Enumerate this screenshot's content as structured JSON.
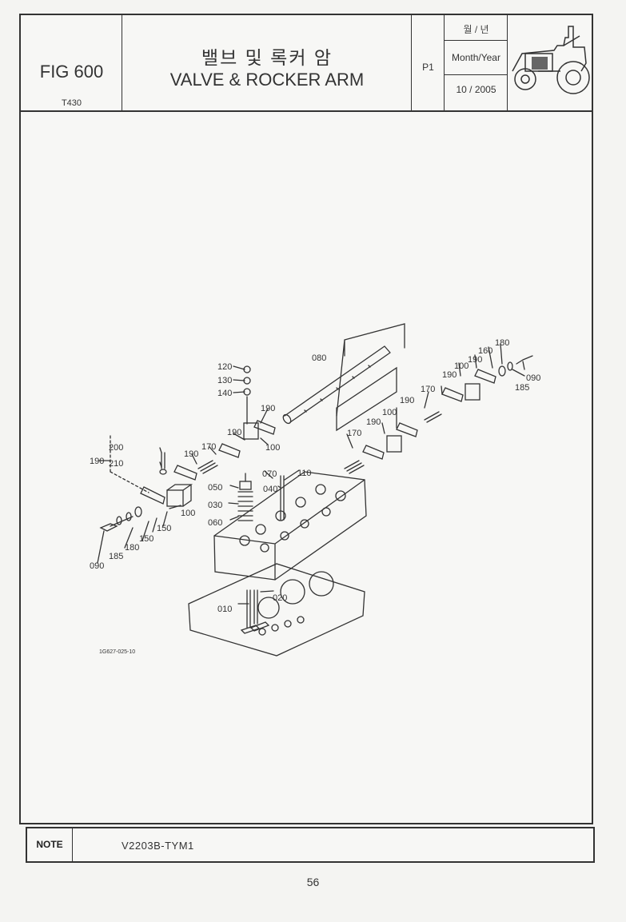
{
  "header": {
    "fig_number": "FIG 600",
    "model": "T430",
    "title_ko": "밸브 및 록커 암",
    "title_en": "VALVE & ROCKER ARM",
    "page_label": "P1",
    "date_label_ko": "월 / 년",
    "date_label_en": "Month/Year",
    "date_value": "10 / 2005"
  },
  "diagram": {
    "callouts": [
      "080",
      "120",
      "130",
      "140",
      "190",
      "190",
      "190",
      "200",
      "210",
      "190",
      "170",
      "100",
      "100",
      "070",
      "050",
      "040",
      "110",
      "030",
      "060",
      "150",
      "150",
      "180",
      "185",
      "090",
      "020",
      "010",
      "170",
      "190",
      "100",
      "190",
      "170",
      "190",
      "100",
      "190",
      "160",
      "180",
      "185",
      "090"
    ],
    "reference_code": "1G627-025-10"
  },
  "note": {
    "label": "NOTE",
    "text": "V2203B-TYM1"
  },
  "page_number": "56",
  "colors": {
    "ink": "#333333",
    "paper": "#f7f7f5"
  }
}
